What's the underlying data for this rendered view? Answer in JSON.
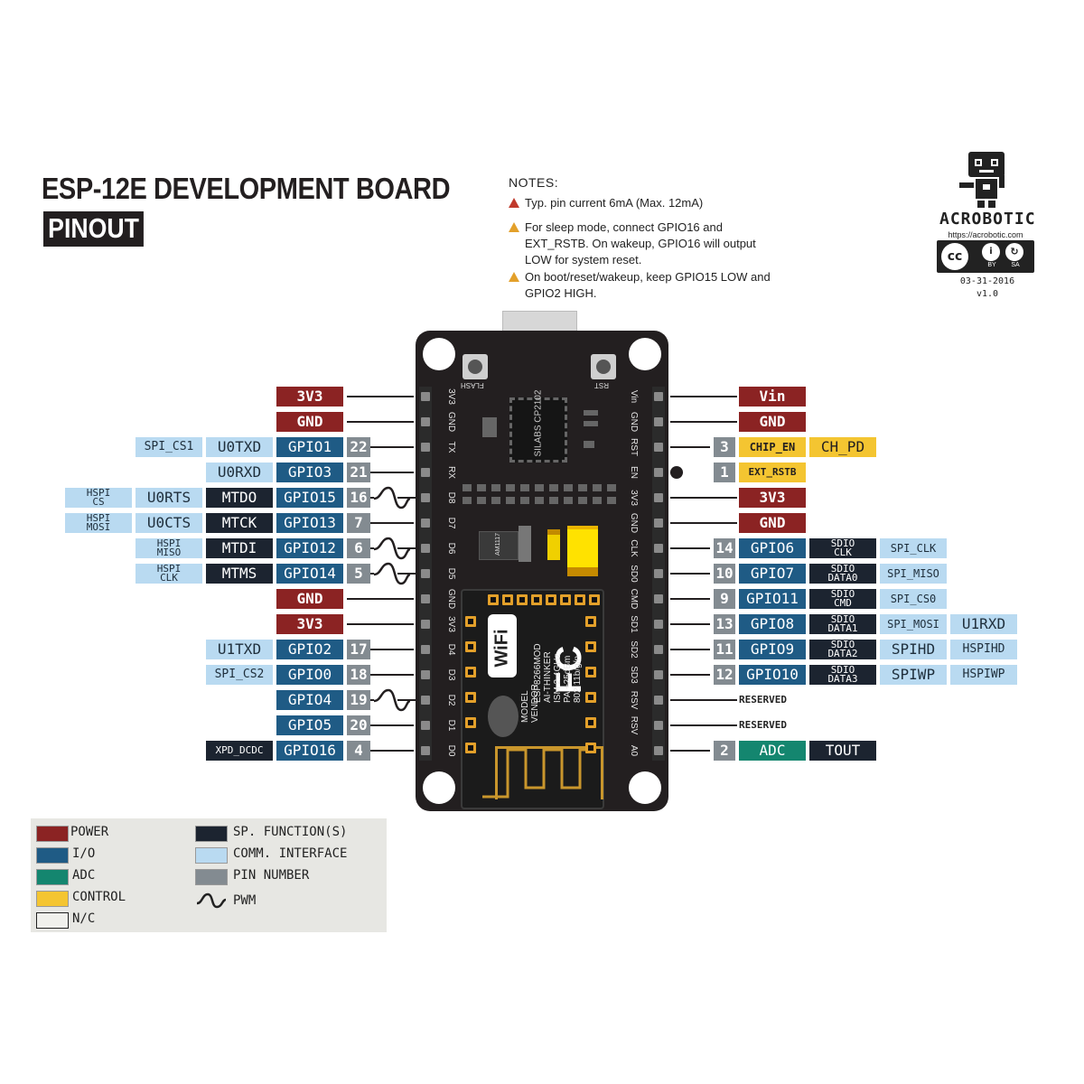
{
  "header": {
    "title": "ESP-12E DEVELOPMENT BOARD",
    "subtitle": "PINOUT"
  },
  "notes": {
    "heading": "NOTES:",
    "items": [
      {
        "text": "Typ. pin current 6mA (Max. 12mA)",
        "icon": "warning-red-icon"
      },
      {
        "text": "For sleep mode, connect GPIO16 and EXT_RSTB. On wakeup, GPIO16 will output LOW for system reset.",
        "icon": "warning-yellow-icon"
      },
      {
        "text": "On boot/reset/wakeup, keep GPIO15 LOW and GPIO2 HIGH.",
        "icon": "warning-yellow-icon"
      }
    ]
  },
  "brand": {
    "name": "ACROBOTIC",
    "url": "https://acrobotic.com",
    "license_cc": "cc",
    "license_by": "BY",
    "license_sa": "SA",
    "date": "03-31-2016",
    "version": "v1.0"
  },
  "board": {
    "flash_label": "FLASH",
    "rst_label": "RST",
    "usb_chip": "SILABS CP2102",
    "regulator": "AM1117",
    "module_lines": [
      "ESP8266MOD",
      "AI-THINKER",
      "ISM 2.4GHz",
      "PA +25dBm",
      "802.11b/g/n"
    ],
    "module_model": "MODEL",
    "module_vendor": "VENDOR",
    "wifi_logo": "WiFi",
    "fcc_logo": "FC",
    "left_header": [
      "3V3",
      "GND",
      "TX",
      "RX",
      "D8",
      "D7",
      "D6",
      "D5",
      "GND",
      "3V3",
      "D4",
      "D3",
      "D2",
      "D1",
      "D0"
    ],
    "right_header": [
      "Vin",
      "GND",
      "RST",
      "EN",
      "3V3",
      "GND",
      "CLK",
      "SD0",
      "CMD",
      "SD1",
      "SD2",
      "SD3",
      "RSV",
      "RSV",
      "A0"
    ]
  },
  "left_pins": [
    {
      "pnum": "",
      "main": "3V3",
      "main_type": "power",
      "sp": "",
      "comm": "",
      "comm2": "",
      "pwm": false
    },
    {
      "pnum": "",
      "main": "GND",
      "main_type": "power",
      "sp": "",
      "comm": "",
      "comm2": "",
      "pwm": false
    },
    {
      "pnum": "22",
      "main": "GPIO1",
      "main_type": "io",
      "sp": "",
      "comm": "U0TXD",
      "comm2": "SPI_CS1",
      "pwm": false
    },
    {
      "pnum": "21",
      "main": "GPIO3",
      "main_type": "io",
      "sp": "",
      "comm": "U0RXD",
      "comm2": "",
      "pwm": false
    },
    {
      "pnum": "16",
      "main": "GPIO15",
      "main_type": "io",
      "sp": "MTDO",
      "comm": "U0RTS",
      "comm2": "HSPI CS",
      "pwm": true
    },
    {
      "pnum": "7",
      "main": "GPIO13",
      "main_type": "io",
      "sp": "MTCK",
      "comm": "U0CTS",
      "comm2": "HSPI MOSI",
      "pwm": false
    },
    {
      "pnum": "6",
      "main": "GPIO12",
      "main_type": "io",
      "sp": "MTDI",
      "comm": "",
      "comm2": "HSPI MISO",
      "pwm": true
    },
    {
      "pnum": "5",
      "main": "GPIO14",
      "main_type": "io",
      "sp": "MTMS",
      "comm": "",
      "comm2": "HSPI CLK",
      "pwm": true
    },
    {
      "pnum": "",
      "main": "GND",
      "main_type": "power",
      "sp": "",
      "comm": "",
      "comm2": "",
      "pwm": false
    },
    {
      "pnum": "",
      "main": "3V3",
      "main_type": "power",
      "sp": "",
      "comm": "",
      "comm2": "",
      "pwm": false
    },
    {
      "pnum": "17",
      "main": "GPIO2",
      "main_type": "io",
      "sp": "",
      "comm": "U1TXD",
      "comm2": "",
      "pwm": false
    },
    {
      "pnum": "18",
      "main": "GPIO0",
      "main_type": "io",
      "sp": "",
      "comm": "SPI_CS2",
      "comm2": "",
      "pwm": false
    },
    {
      "pnum": "19",
      "main": "GPIO4",
      "main_type": "io",
      "sp": "",
      "comm": "",
      "comm2": "",
      "pwm": true
    },
    {
      "pnum": "20",
      "main": "GPIO5",
      "main_type": "io",
      "sp": "",
      "comm": "",
      "comm2": "",
      "pwm": false
    },
    {
      "pnum": "4",
      "main": "GPIO16",
      "main_type": "io",
      "sp": "XPD_DCDC",
      "comm": "",
      "comm2": "",
      "pwm": false
    }
  ],
  "right_pins": [
    {
      "pnum": "",
      "main": "Vin",
      "main_type": "power",
      "sp": "",
      "comm": "",
      "extra": ""
    },
    {
      "pnum": "",
      "main": "GND",
      "main_type": "power",
      "sp": "",
      "comm": "",
      "extra": ""
    },
    {
      "pnum": "3",
      "main": "CHIP_EN",
      "main_type": "ctrl",
      "sp": "CH_PD",
      "comm": "",
      "extra": ""
    },
    {
      "pnum": "1",
      "main": "EXT_RSTB",
      "main_type": "ctrl",
      "sp": "",
      "comm": "",
      "extra": ""
    },
    {
      "pnum": "",
      "main": "3V3",
      "main_type": "power",
      "sp": "",
      "comm": "",
      "extra": ""
    },
    {
      "pnum": "",
      "main": "GND",
      "main_type": "power",
      "sp": "",
      "comm": "",
      "extra": ""
    },
    {
      "pnum": "14",
      "main": "GPIO6",
      "main_type": "io",
      "sp": "SDIO CLK",
      "comm": "SPI_CLK",
      "extra": ""
    },
    {
      "pnum": "10",
      "main": "GPIO7",
      "main_type": "io",
      "sp": "SDIO DATA0",
      "comm": "SPI_MISO",
      "extra": ""
    },
    {
      "pnum": "9",
      "main": "GPIO11",
      "main_type": "io",
      "sp": "SDIO CMD",
      "comm": "SPI_CS0",
      "extra": ""
    },
    {
      "pnum": "13",
      "main": "GPIO8",
      "main_type": "io",
      "sp": "SDIO DATA1",
      "comm": "SPI_MOSI",
      "extra": "U1RXD"
    },
    {
      "pnum": "11",
      "main": "GPIO9",
      "main_type": "io",
      "sp": "SDIO DATA2",
      "comm": "SPIHD",
      "extra": "HSPIHD"
    },
    {
      "pnum": "12",
      "main": "GPIO10",
      "main_type": "io",
      "sp": "SDIO DATA3",
      "comm": "SPIWP",
      "extra": "HSPIWP"
    },
    {
      "pnum": "",
      "main": "RESERVED",
      "main_type": "reserved",
      "sp": "",
      "comm": "",
      "extra": ""
    },
    {
      "pnum": "",
      "main": "RESERVED",
      "main_type": "reserved",
      "sp": "",
      "comm": "",
      "extra": ""
    },
    {
      "pnum": "2",
      "main": "ADC",
      "main_type": "adc",
      "sp": "TOUT",
      "comm": "",
      "extra": ""
    }
  ],
  "legend": [
    {
      "label": "POWER",
      "color": "#8b2323"
    },
    {
      "label": "I/O",
      "color": "#1f5b85"
    },
    {
      "label": "ADC",
      "color": "#14866f"
    },
    {
      "label": "CONTROL",
      "color": "#f4c531"
    },
    {
      "label": "N/C",
      "color": "#f0f0ec"
    },
    {
      "label": "SP. FUNCTION(S)",
      "color": "#1c2430"
    },
    {
      "label": "COMM. INTERFACE",
      "color": "#b9daf1"
    },
    {
      "label": "PIN NUMBER",
      "color": "#838b91"
    },
    {
      "label": "PWM",
      "color": "#231f20"
    }
  ]
}
